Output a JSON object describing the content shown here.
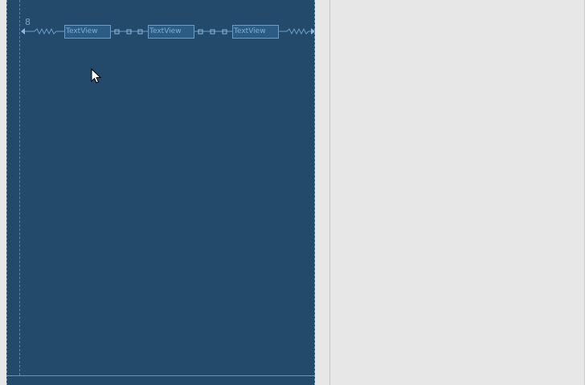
{
  "design_surface": {
    "margin_value": "8",
    "text_views": [
      {
        "label": "TextView"
      },
      {
        "label": "TextView"
      },
      {
        "label": "TextView"
      }
    ]
  },
  "colors": {
    "blueprint_background": "#234a6a",
    "constraint_line": "#6a9cc9",
    "panel_background": "#e7e7e7"
  },
  "icons": [
    "mouse-cursor-icon",
    "zigzag-spring-constraint-icon",
    "chain-constraint-icon",
    "arrow-anchor-icon"
  ]
}
